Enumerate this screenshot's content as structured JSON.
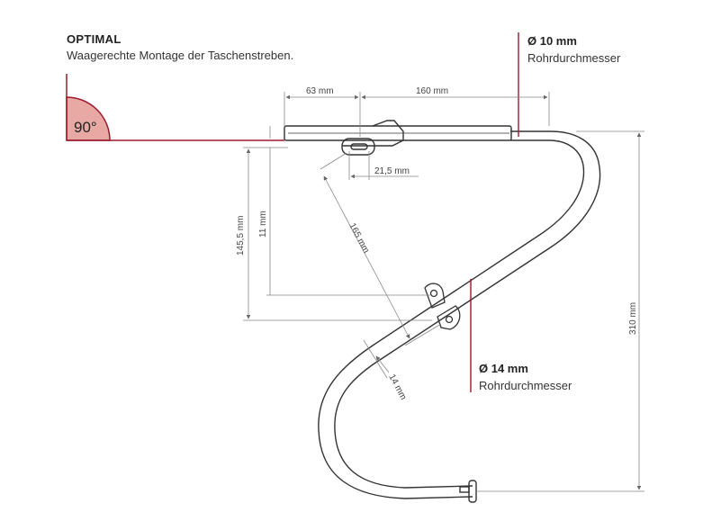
{
  "header": {
    "title": "OPTIMAL",
    "subtitle": "Waagerechte Montage der Taschenstreben."
  },
  "angle_label": "90°",
  "callouts": {
    "top": {
      "diameter": "Ø 10 mm",
      "label": "Rohrdurchmesser"
    },
    "middle": {
      "diameter": "Ø 14 mm",
      "label": "Rohrdurchmesser"
    }
  },
  "dimensions": {
    "d63": "63 mm",
    "d160": "160 mm",
    "d21": "21,5 mm",
    "d145": "145,5 mm",
    "d11": "11 mm",
    "d165": "165 mm",
    "d14": "14 mm",
    "d310": "310 mm"
  },
  "colors": {
    "accent": "#9b1b2c",
    "angle_fill": "#e8a9a4",
    "line": "#333333",
    "dim": "#888888"
  }
}
